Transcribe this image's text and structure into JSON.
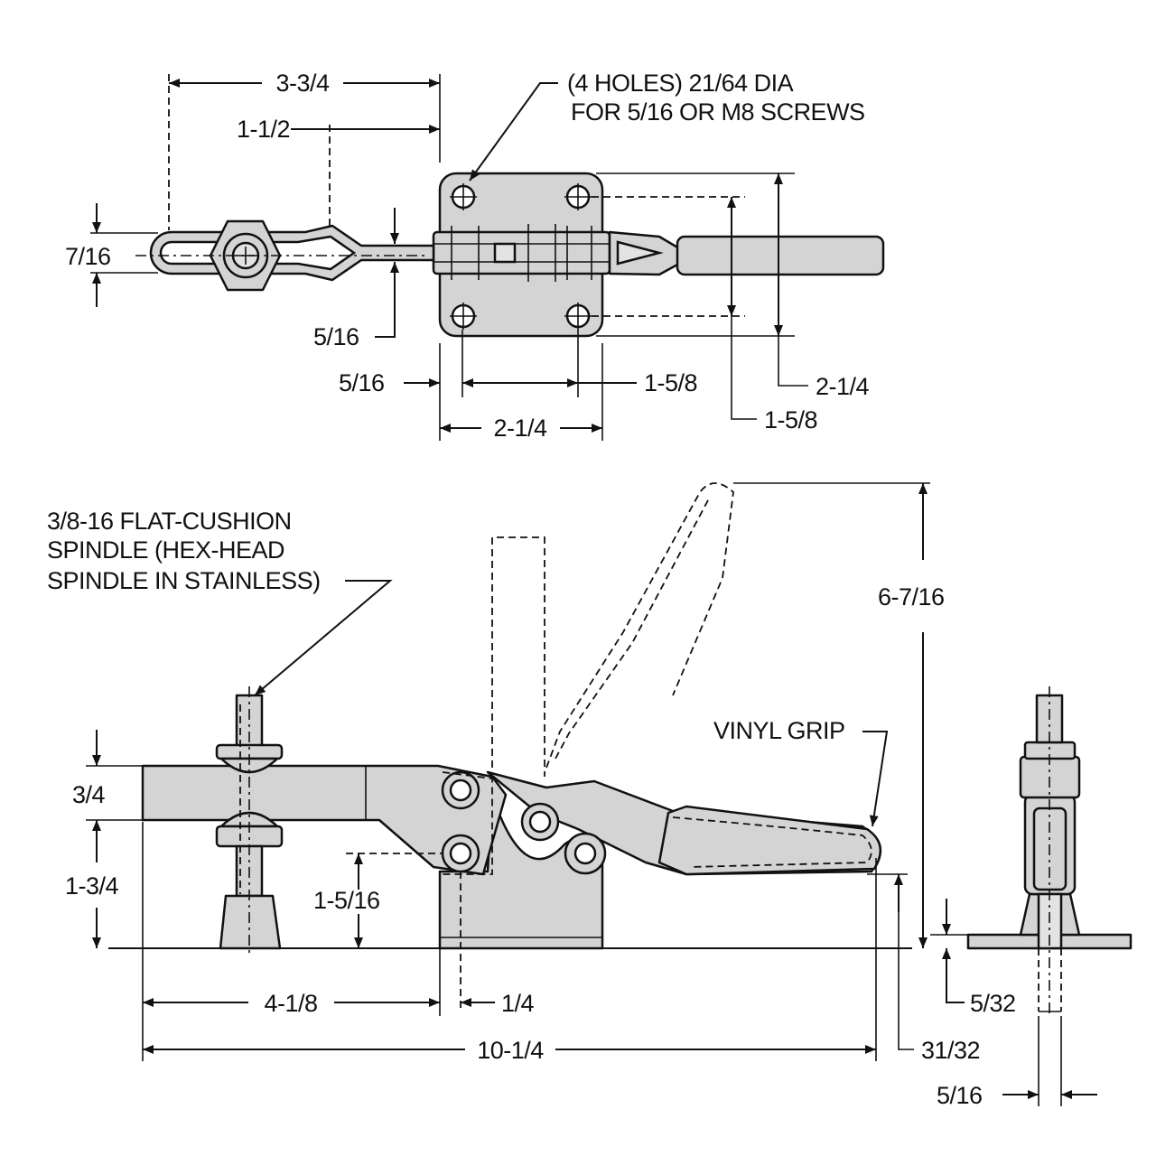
{
  "labels": {
    "top_overall_width": "3-3/4",
    "top_to_hex": "1-1/2",
    "holes_note_line1": "(4 HOLES) 21/64 DIA",
    "holes_note_line2": "FOR 5/16 OR M8 SCREWS",
    "bar_width": "7/16",
    "bar_thickness": "5/16",
    "base_edge_offset": "5/16",
    "hole_spacing_x": "1-5/8",
    "base_width_x": "2-1/4",
    "base_height_y": "2-1/4",
    "hole_spacing_y": "1-5/8",
    "spindle_note_line1": "3/8-16 FLAT-CUSHION",
    "spindle_note_line2": "SPINDLE (HEX-HEAD",
    "spindle_note_line3": "SPINDLE IN STAINLESS)",
    "overall_height": "6-7/16",
    "vinyl_grip": "VINYL GRIP",
    "bar_height": "3/4",
    "spindle_height": "1-3/4",
    "pivot_height": "1-5/16",
    "reach": "4-1/8",
    "pivot_offset": "1/4",
    "overall_length": "10-1/4",
    "handle_height": "31/32",
    "base_thickness": "5/32",
    "base_slot": "5/16"
  }
}
